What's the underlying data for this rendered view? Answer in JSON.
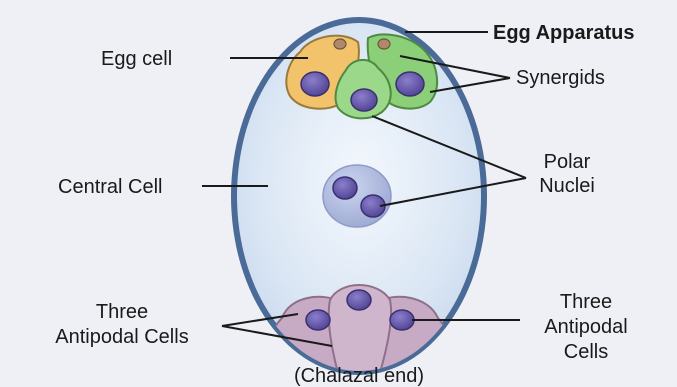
{
  "labels": {
    "egg_apparatus": "Egg Apparatus",
    "egg_cell": "Egg cell",
    "synergids": "Synergids",
    "polar_line1": "Polar",
    "polar_line2": "Nuclei",
    "central_cell": "Central Cell",
    "antipodal_left_line1": "Three",
    "antipodal_left_line2": "Antipodal Cells",
    "antipodal_right_line1": "Three",
    "antipodal_right_line2": "Antipodal",
    "antipodal_right_line3": "Cells",
    "chalazal_end": "(Chalazal end)"
  },
  "colors": {
    "background": "#eef0f6",
    "sac_outline": "#4a6a97",
    "sac_fill": "#dce7f4",
    "egg_cell": "#f2c36a",
    "synergid": "#8ccf79",
    "nucleus": "#6d5fa8",
    "polar_vacuole": "#aab7dd",
    "antipodal": "#c5a9c2"
  }
}
